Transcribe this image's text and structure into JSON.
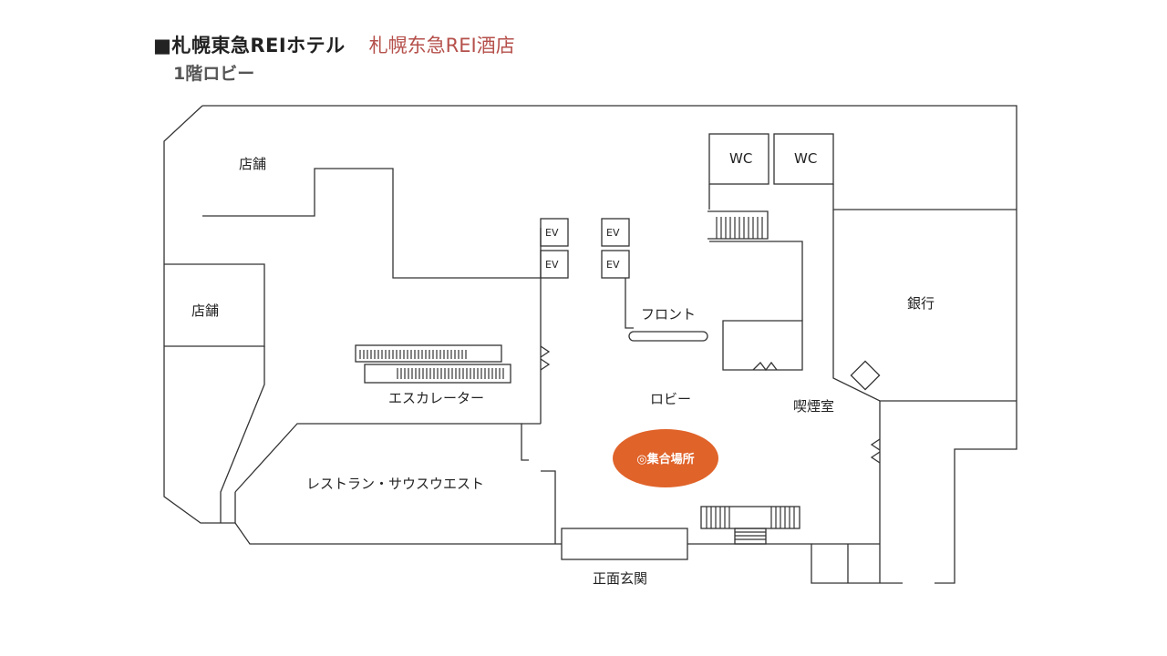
{
  "header": {
    "title_ja": "■札幌東急REIホテル",
    "title_zh": "札幌东急REI酒店",
    "floor": "1階ロビー"
  },
  "colors": {
    "title_zh": "#b5504b",
    "meeting_point": "#e0632a",
    "walls": "#333333"
  },
  "rooms": {
    "shop_top": "店舗",
    "shop_left": "店舗",
    "wc_1": "WC",
    "wc_2": "WC",
    "ev_1": "EV",
    "ev_2": "EV",
    "ev_3": "EV",
    "ev_4": "EV",
    "front_desk": "フロント",
    "bank": "銀行",
    "escalator": "エスカレーター",
    "lobby": "ロビー",
    "smoking_room": "喫煙室",
    "meeting_point": "◎集合場所",
    "restaurant": "レストラン・サウスウエスト",
    "main_entrance": "正面玄関"
  }
}
